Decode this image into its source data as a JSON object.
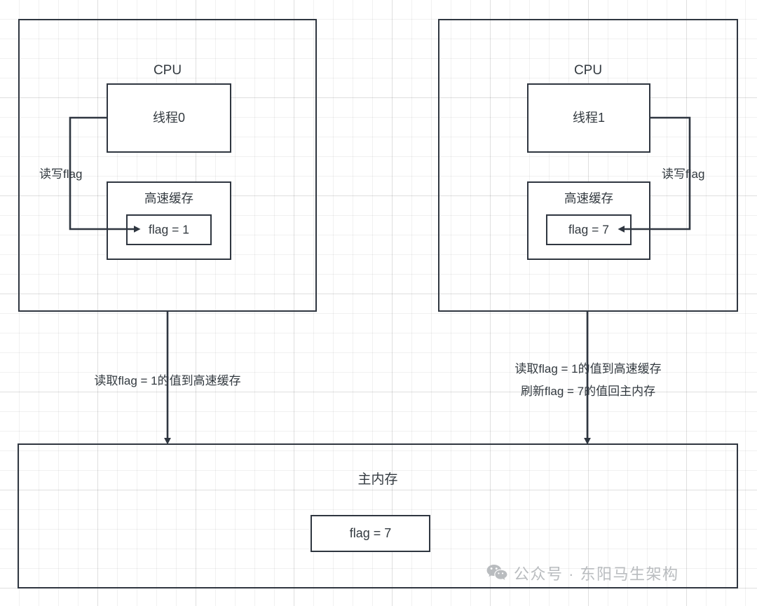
{
  "diagram": {
    "title": "CPU cache coherence with flag variable",
    "colors": {
      "stroke": "#2f3640",
      "text": "#333a40",
      "grid_minor": "rgba(0,0,0,0.055)",
      "grid_major": "rgba(0,0,0,0.075)",
      "watermark": "#b9bcbf",
      "background": "#ffffff"
    },
    "cpus": [
      {
        "id": "cpu-left",
        "title": "CPU",
        "thread": {
          "label": "线程0"
        },
        "cache": {
          "title": "高速缓存",
          "value": "flag = 1"
        },
        "connector_label": "读写flag",
        "memory_label": "读取flag = 1的值到高速缓存"
      },
      {
        "id": "cpu-right",
        "title": "CPU",
        "thread": {
          "label": "线程1"
        },
        "cache": {
          "title": "高速缓存",
          "value": "flag = 7"
        },
        "connector_label": "读写flag",
        "memory_label_line1": "读取flag = 1的值到高速缓存",
        "memory_label_line2": "刷新flag = 7的值回主内存"
      }
    ],
    "main_memory": {
      "title": "主内存",
      "value": "flag = 7"
    },
    "watermark": {
      "icon": "wechat-icon",
      "text": "公众号 · 东阳马生架构"
    }
  }
}
